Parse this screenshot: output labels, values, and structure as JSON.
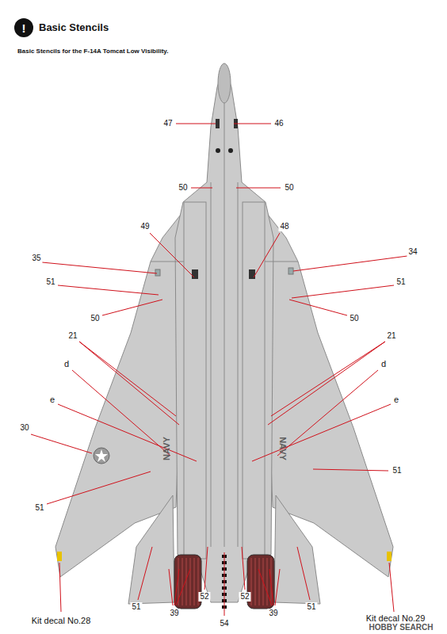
{
  "diagram": {
    "title": "Basic Stencils",
    "caption": "Basic Stencils for the F-14A Tomcat Low Visibility.",
    "nodes": [
      {
        "text": [
          "!"
        ]
      }
    ],
    "labels": [
      "47",
      "46",
      "50",
      "50",
      "49",
      "48",
      "35",
      "34",
      "51",
      "51",
      "50",
      "50",
      "21",
      "21",
      "d",
      "d",
      "e",
      "e",
      "30",
      "NAVY",
      "NAVY",
      "51",
      "51",
      "51",
      "39",
      "52",
      "54",
      "52",
      "39",
      "51",
      "Kit decal No.28",
      "Kit decal No.29",
      "HOBBY SEARCH"
    ]
  }
}
